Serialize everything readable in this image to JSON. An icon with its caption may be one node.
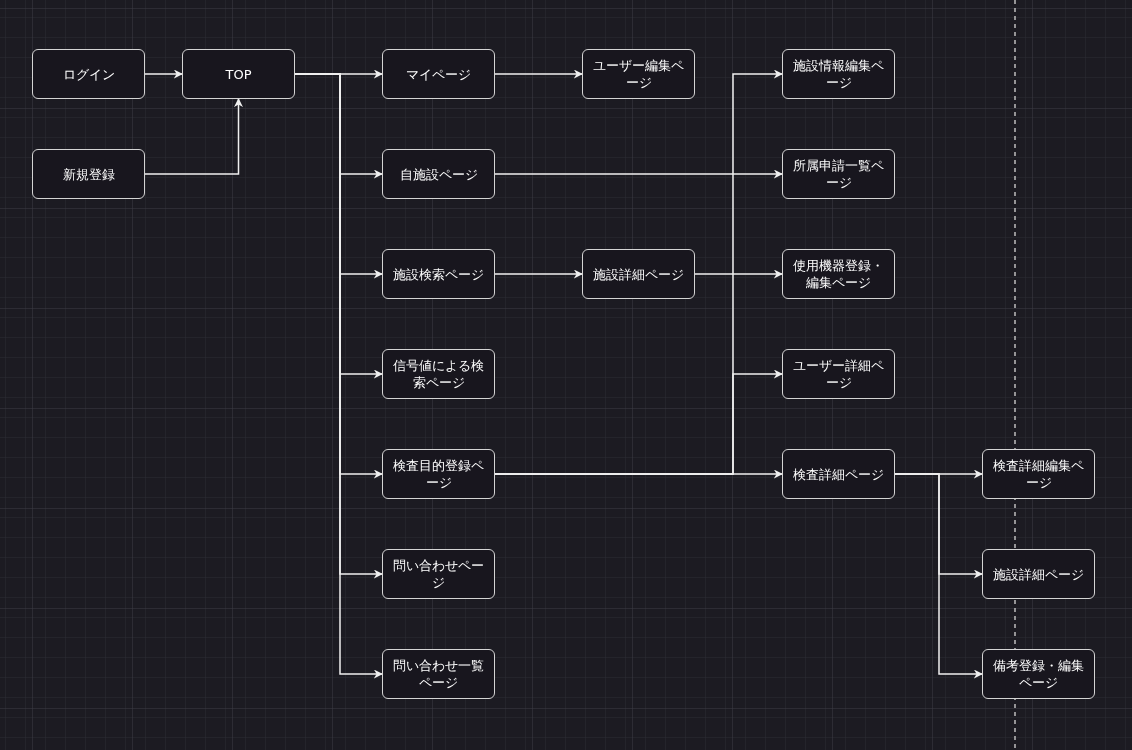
{
  "diagram": {
    "nodes": [
      {
        "text": [
          "ログイン"
        ]
      },
      {
        "text": [
          "新規登録"
        ]
      },
      {
        "text": [
          "TOP"
        ]
      },
      {
        "text": [
          "マイページ"
        ]
      },
      {
        "text": [
          "ユーザー編集ページ"
        ]
      },
      {
        "text": [
          "自施設ページ"
        ]
      },
      {
        "text": [
          "施設検索ページ"
        ]
      },
      {
        "text": [
          "施設詳細ページ"
        ]
      },
      {
        "text": [
          "信号値による検索ページ"
        ]
      },
      {
        "text": [
          "検査目的登録ページ"
        ]
      },
      {
        "text": [
          "問い合わせページ"
        ]
      },
      {
        "text": [
          "問い合わせ一覧ページ"
        ]
      },
      {
        "text": [
          "施設情報編集ページ"
        ]
      },
      {
        "text": [
          "所属申請一覧ページ"
        ]
      },
      {
        "text": [
          "使用機器登録・編集ページ"
        ]
      },
      {
        "text": [
          "ユーザー詳細ページ"
        ]
      },
      {
        "text": [
          "検査詳細ページ"
        ]
      },
      {
        "text": [
          "検査詳細編集ページ"
        ]
      },
      {
        "text": [
          "施設詳細ページ"
        ]
      },
      {
        "text": [
          "備考登録・編集ページ"
        ]
      }
    ],
    "edges": [
      {
        "from": 0,
        "to": 2,
        "arrow": "to"
      },
      {
        "from": 1,
        "to": 2,
        "arrow": "to"
      },
      {
        "from": 2,
        "to": 3,
        "arrow": "to"
      },
      {
        "from": 2,
        "to": 5,
        "arrow": "to"
      },
      {
        "from": 2,
        "to": 6,
        "arrow": "to"
      },
      {
        "from": 2,
        "to": 8,
        "arrow": "to"
      },
      {
        "from": 2,
        "to": 9,
        "arrow": "to"
      },
      {
        "from": 2,
        "to": 10,
        "arrow": "to"
      },
      {
        "from": 2,
        "to": 11,
        "arrow": "to"
      },
      {
        "from": 3,
        "to": 4,
        "arrow": "to"
      },
      {
        "from": 5,
        "to": 13,
        "arrow": "to"
      },
      {
        "from": 6,
        "to": 7,
        "arrow": "to"
      },
      {
        "from": 7,
        "to": 14,
        "arrow": "to"
      },
      {
        "from": 9,
        "to": 12,
        "arrow": "to"
      },
      {
        "from": 9,
        "to": 15,
        "arrow": "to"
      },
      {
        "from": 9,
        "to": 16,
        "arrow": "to"
      },
      {
        "from": 16,
        "to": 17,
        "arrow": "to"
      },
      {
        "from": 16,
        "to": 18,
        "arrow": "to"
      },
      {
        "from": 16,
        "to": 19,
        "arrow": "to"
      }
    ]
  }
}
